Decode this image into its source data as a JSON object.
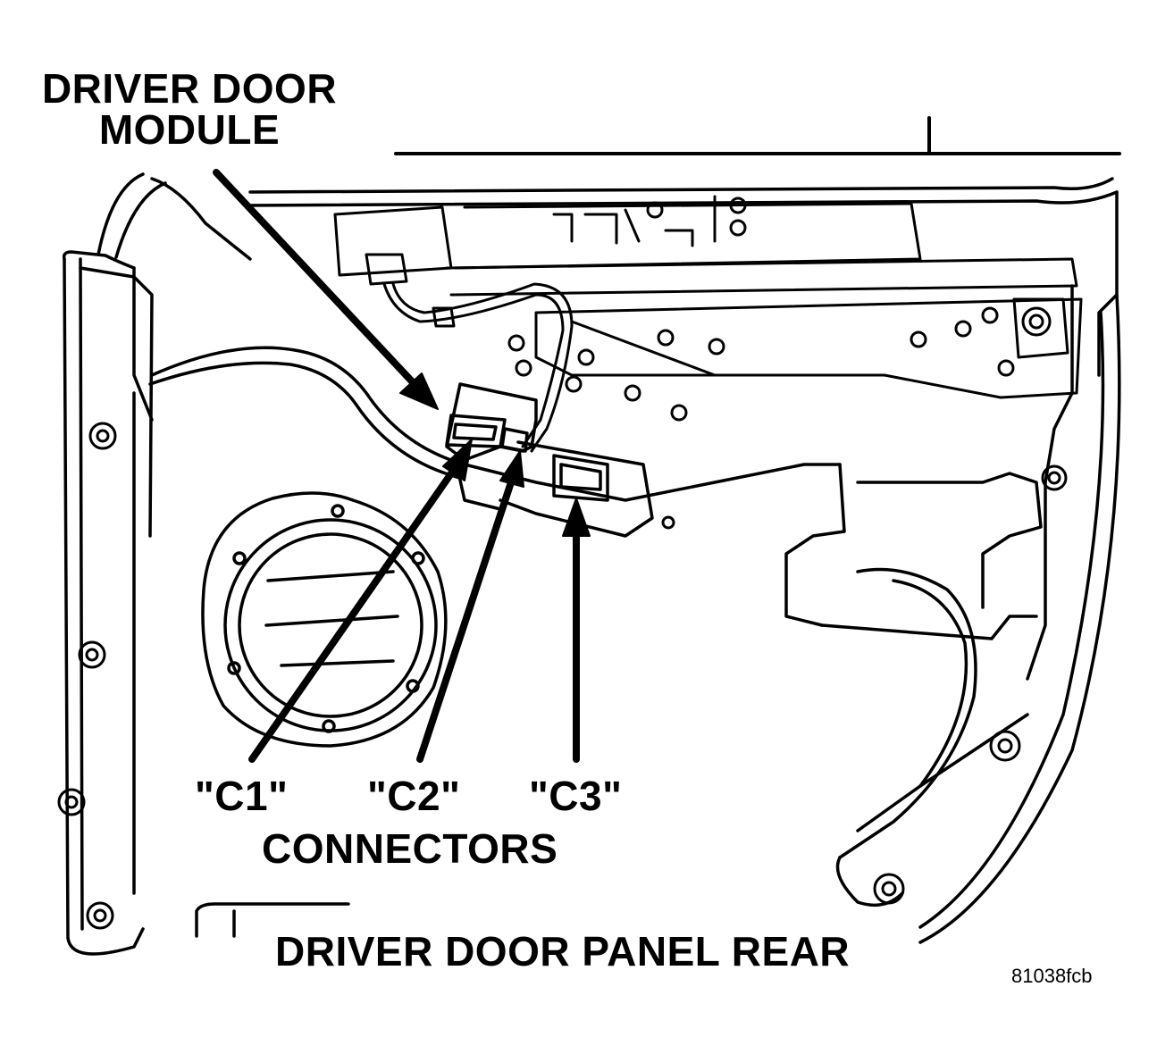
{
  "labels": {
    "module_line1": "DRIVER DOOR",
    "module_line2": "MODULE",
    "c1": "\"C1\"",
    "c2": "\"C2\"",
    "c3": "\"C3\"",
    "connectors": "CONNECTORS",
    "panel": "DRIVER DOOR PANEL REAR",
    "figure_id": "81038fcb"
  },
  "colors": {
    "ink": "#000000",
    "paper": "#ffffff"
  }
}
